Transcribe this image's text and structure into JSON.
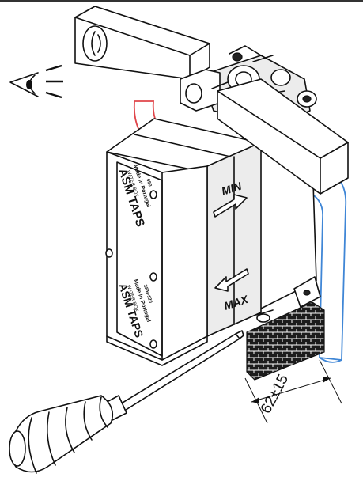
{
  "colors": {
    "outline": "#111111",
    "hot_pipe": "#e0454a",
    "cold_pipe": "#3f86d6",
    "background": "#ffffff"
  },
  "icons": {
    "viewer": "eye-view-icon"
  },
  "box_front_label": {
    "brand": "ASM TAPS",
    "line1": "WATER BOX",
    "line2": "Made in Portugal",
    "line3": "050"
  },
  "box_bottom_label": {
    "brand": "ASM TAPS",
    "line1": "WATER BOX",
    "line2": "Made in Portugal",
    "line3": "SPB-120"
  },
  "scale_labels": {
    "min": "MIN",
    "max": "MAX"
  },
  "dimension": {
    "text": "62±15"
  }
}
